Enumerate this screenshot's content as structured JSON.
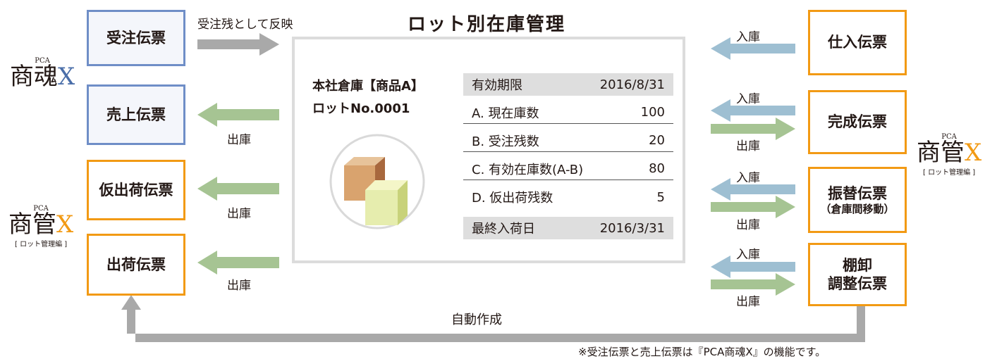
{
  "title": "ロット別在庫管理",
  "left_slips": {
    "order": "受注伝票",
    "sales": "売上伝票",
    "provisional": "仮出荷伝票",
    "shipment": "出荷伝票"
  },
  "right_slips": {
    "purchase": "仕入伝票",
    "completion": "完成伝票",
    "transfer": "振替伝票",
    "transfer_sub": "（倉庫間移動）",
    "inventory_line1": "棚卸",
    "inventory_line2": "調整伝票"
  },
  "arrow_labels": {
    "order_reflect": "受注残として反映",
    "out": "出庫",
    "in": "入庫",
    "auto": "自動作成"
  },
  "brands": {
    "pca": "PCA",
    "shokon_prefix": "商魂",
    "shokan_prefix": "商管",
    "x": "X",
    "edition": "[ ロット管理編 ]"
  },
  "warehouse": {
    "line1": "本社倉庫【商品A】",
    "line2": "ロットNo.0001"
  },
  "stock_table": [
    {
      "label": "有効期限",
      "value": "2016/8/31"
    },
    {
      "label": "A. 現在庫数",
      "value": "100"
    },
    {
      "label": "B. 受注残数",
      "value": "20"
    },
    {
      "label": "C. 有効在庫数(A-B)",
      "value": "80"
    },
    {
      "label": "D. 仮出荷残数",
      "value": "5"
    },
    {
      "label": "最終入荷日",
      "value": "2016/3/31"
    }
  ],
  "footnote": "※受注伝票と売上伝票は『PCA商魂X』の機能です。",
  "colors": {
    "blue_border": "#6f8ec7",
    "orange_border": "#f29a14",
    "arrow_gray": "#a9a9a9",
    "arrow_green": "#a6c493",
    "arrow_blue": "#9ebfd2"
  }
}
